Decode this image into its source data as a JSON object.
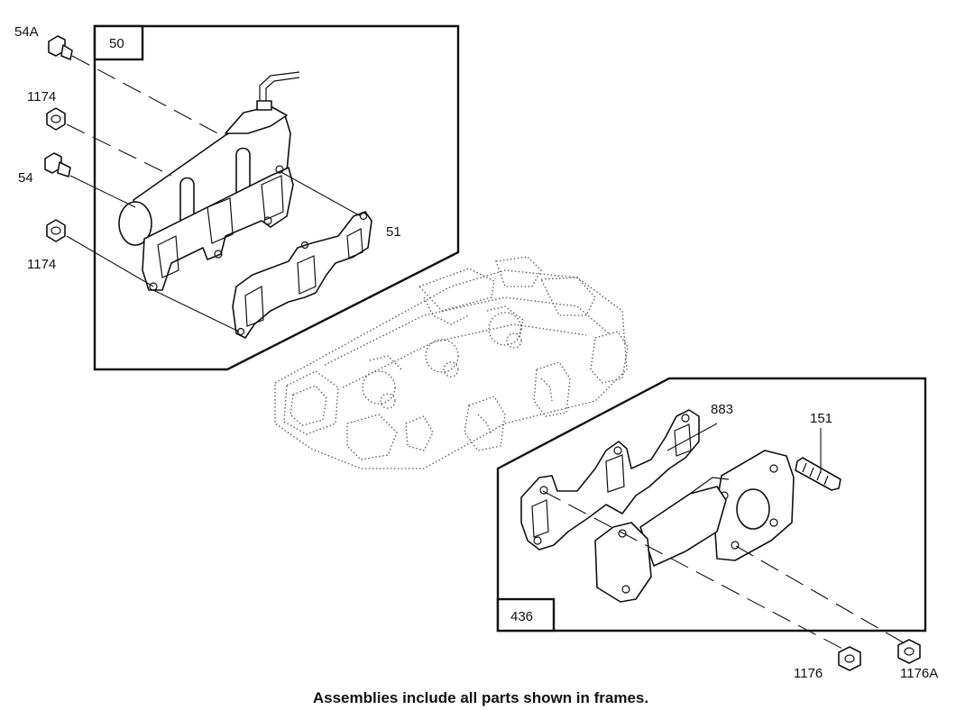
{
  "frames": {
    "upper": "50",
    "lower": "436"
  },
  "labels": {
    "bolt_top": "54A",
    "nut_upper": "1174",
    "bolt_mid": "54",
    "nut_lower": "1174",
    "gasket_upper": "51",
    "gasket_lower": "883",
    "stud": "151",
    "nut_left": "1176",
    "nut_right": "1176A"
  },
  "caption": "Assemblies include all parts shown in frames."
}
